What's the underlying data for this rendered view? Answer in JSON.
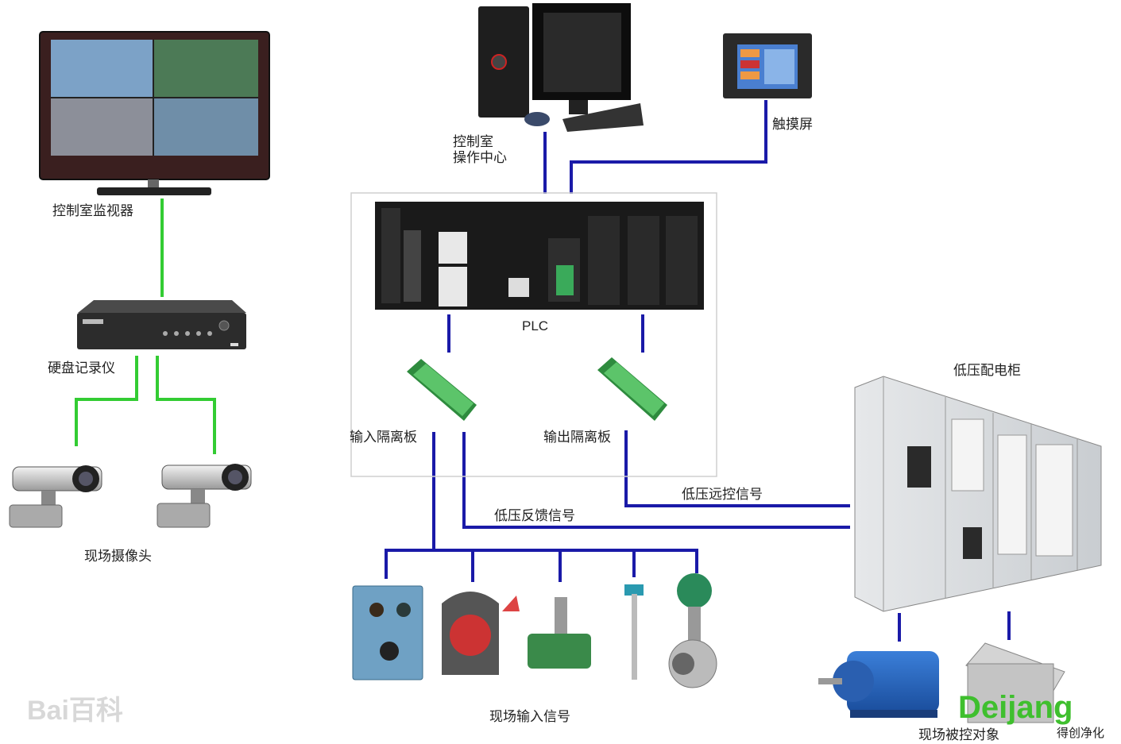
{
  "labels": {
    "monitor": "控制室监视器",
    "control_room": "控制室\n操作中心",
    "touchscreen": "触摸屏",
    "dvr": "硬盘记录仪",
    "cameras": "现场摄像头",
    "plc": "PLC",
    "input_isolation": "输入隔离板",
    "output_isolation": "输出隔离板",
    "lv_remote_signal": "低压远控信号",
    "lv_feedback_signal": "低压反馈信号",
    "lv_cabinet": "低压配电柜",
    "field_input_signal": "现场输入信号",
    "controlled_objects": "现场被控对象",
    "control_room_line1": "控制室",
    "control_room_line2": "操作中心"
  },
  "branding": {
    "watermark": "Bai百科",
    "logo_main": "Deijang",
    "logo_sub": "得创净化"
  },
  "colors": {
    "blue_line": "#1a1aa8",
    "green_line": "#33cc33",
    "frame": "#cfcfcf",
    "logo_green": "#3fbf2e"
  }
}
